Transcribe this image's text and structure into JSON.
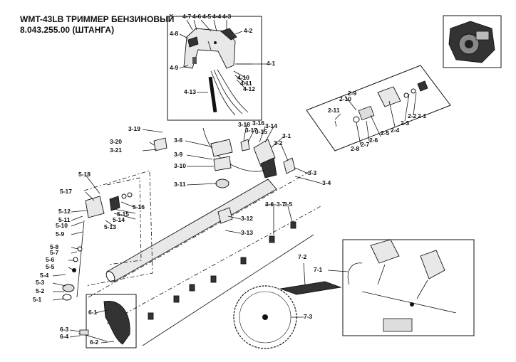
{
  "title": {
    "line1": "WMT-43LB ТРИММЕР БЕНЗИНОВЫЙ",
    "line2": "8.043.255.00 (ШТАНГА)"
  },
  "callouts": {
    "c4_7": "4-7",
    "c4_6": "4-6",
    "c4_5": "4-5",
    "c4_4": "4-4",
    "c4_3": "4-3",
    "c4_2": "4-2",
    "c4_8": "4-8",
    "c4_9": "4-9",
    "c4_1": "4-1",
    "c4_10": "4-10",
    "c4_11": "4-11",
    "c4_12": "4-12",
    "c4_13": "4-13",
    "c2_9": "2-9",
    "c2_10": "2-10",
    "c2_11": "2-11",
    "c2_1": "2-1",
    "c2_2": "2-2",
    "c2_3": "2-3",
    "c2_4": "2-4",
    "c2_5": "2-5",
    "c2_6": "2-6",
    "c2_7": "2-7",
    "c2_8": "2-8",
    "c3_19": "3-19",
    "c3_20": "3-20",
    "c3_21": "3-21",
    "c3_6a": "3-6",
    "c3_9": "3-9",
    "c3_10": "3-10",
    "c3_11": "3-11",
    "c3_18": "3-18",
    "c3_17": "3-17",
    "c3_16": "3-16",
    "c3_15": "3-15",
    "c3_14": "3-14",
    "c3_1": "3-1",
    "c3_2": "3-2",
    "c3_3": "3-3",
    "c3_4": "3-4",
    "c3_7": "3-7",
    "c3_6b": "3-6",
    "c3_5": "3-5",
    "c3_12": "3-12",
    "c3_13": "3-13",
    "c5_18": "5-18",
    "c5_17": "5-17",
    "c5_16": "5-16",
    "c5_15": "5-15",
    "c5_14": "5-14",
    "c5_13": "5-13",
    "c5_12": "5-12",
    "c5_11": "5-11",
    "c5_10": "5-10",
    "c5_9": "5-9",
    "c5_8": "5-8",
    "c5_7": "5-7",
    "c5_6": "5-6",
    "c5_5": "5-5",
    "c5_4": "5-4",
    "c5_3": "5-3",
    "c5_2": "5-2",
    "c5_1": "5-1",
    "c6_1": "6-1",
    "c6_2": "6-2",
    "c6_3": "6-3",
    "c6_4": "6-4",
    "c7_1": "7-1",
    "c7_2": "7-2",
    "c7_3": "7-3"
  }
}
